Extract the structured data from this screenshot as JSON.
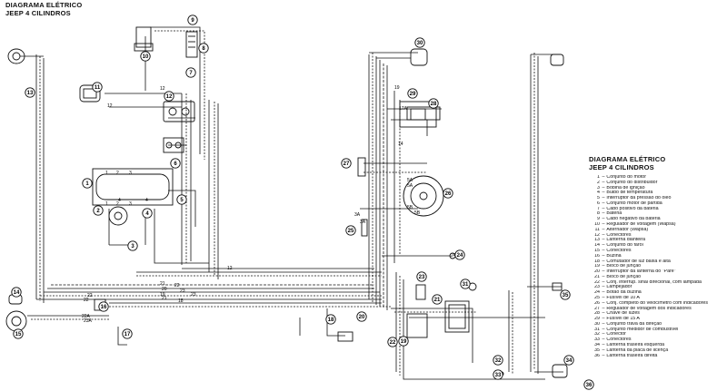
{
  "diagram": {
    "title_line1": "DIAGRAMA ELÉTRICO",
    "title_line2": "JEEP 4 CILINDROS",
    "component_badges": [
      "1",
      "2",
      "3",
      "4",
      "5",
      "6",
      "7",
      "8",
      "9",
      "10",
      "11",
      "12",
      "13",
      "14",
      "15",
      "16",
      "17",
      "18",
      "19",
      "20",
      "21",
      "22",
      "23",
      "24",
      "25",
      "26",
      "27",
      "28",
      "29",
      "30",
      "31",
      "32",
      "33",
      "34",
      "35",
      "36"
    ],
    "wire_labels": [
      "12",
      "12",
      "12",
      "14",
      "21",
      "23",
      "23",
      "23A",
      "22",
      "22",
      "22A",
      "24",
      "18",
      "19",
      "20",
      "21",
      "22",
      "19",
      "17A",
      "5A",
      "5A",
      "5B",
      "5B",
      "3A",
      "3A",
      "4",
      "4",
      "1",
      "2",
      "3",
      "1",
      "2",
      "3"
    ],
    "legend": {
      "title_line1": "DIAGRAMA ELÉTRICO",
      "title_line2": "JEEP 4 CILINDROS",
      "items": [
        {
          "num": "1",
          "label": "Conjunto do motor"
        },
        {
          "num": "2",
          "label": "Conjunto do distribuidor"
        },
        {
          "num": "3",
          "label": "Bobina de ignição"
        },
        {
          "num": "4",
          "label": "Bulbo de temperatura"
        },
        {
          "num": "5",
          "label": "Interruptor da pressão do óleo"
        },
        {
          "num": "6",
          "label": "Conjunto motor de partida"
        },
        {
          "num": "7",
          "label": "Cabo positivo da bateria"
        },
        {
          "num": "8",
          "label": "Bateria"
        },
        {
          "num": "9",
          "label": "Cabo negativo da bateria"
        },
        {
          "num": "10",
          "label": "Regulador de voltagem (Wapsa)"
        },
        {
          "num": "11",
          "label": "Alternador (Wapsa)"
        },
        {
          "num": "12",
          "label": "Conectores"
        },
        {
          "num": "13",
          "label": "Lanterna dianteira"
        },
        {
          "num": "14",
          "label": "Conjunto do farol"
        },
        {
          "num": "15",
          "label": "Conectores"
        },
        {
          "num": "16",
          "label": "Buzina"
        },
        {
          "num": "18",
          "label": "Comutador de luz baixa e alta"
        },
        {
          "num": "19",
          "label": "Bloco de junção"
        },
        {
          "num": "20",
          "label": "Interruptor da lanterna do \"Pare\""
        },
        {
          "num": "21",
          "label": "Bloco de junção"
        },
        {
          "num": "22",
          "label": "Conj. interrup. sinal direcional, com lâmpada"
        },
        {
          "num": "23",
          "label": "Lampejador"
        },
        {
          "num": "24",
          "label": "Botão da buzina"
        },
        {
          "num": "25",
          "label": "Fusível de 10 A"
        },
        {
          "num": "26",
          "label": "Conj. completo do velocímetro com indicadores"
        },
        {
          "num": "27",
          "label": "Regulador de voltagem dos indicadores"
        },
        {
          "num": "28",
          "label": "Chave de luzes"
        },
        {
          "num": "29",
          "label": "Fusível de 15 A"
        },
        {
          "num": "30",
          "label": "Conjunto trava da direção"
        },
        {
          "num": "31",
          "label": "Conjunto medidor de combustível"
        },
        {
          "num": "32",
          "label": "Conector"
        },
        {
          "num": "33",
          "label": "Conectores"
        },
        {
          "num": "34",
          "label": "Lanterna traseira esquerda"
        },
        {
          "num": "35",
          "label": "Lanterna da placa de licença"
        },
        {
          "num": "36",
          "label": "Lanterna traseira direita"
        }
      ]
    }
  }
}
